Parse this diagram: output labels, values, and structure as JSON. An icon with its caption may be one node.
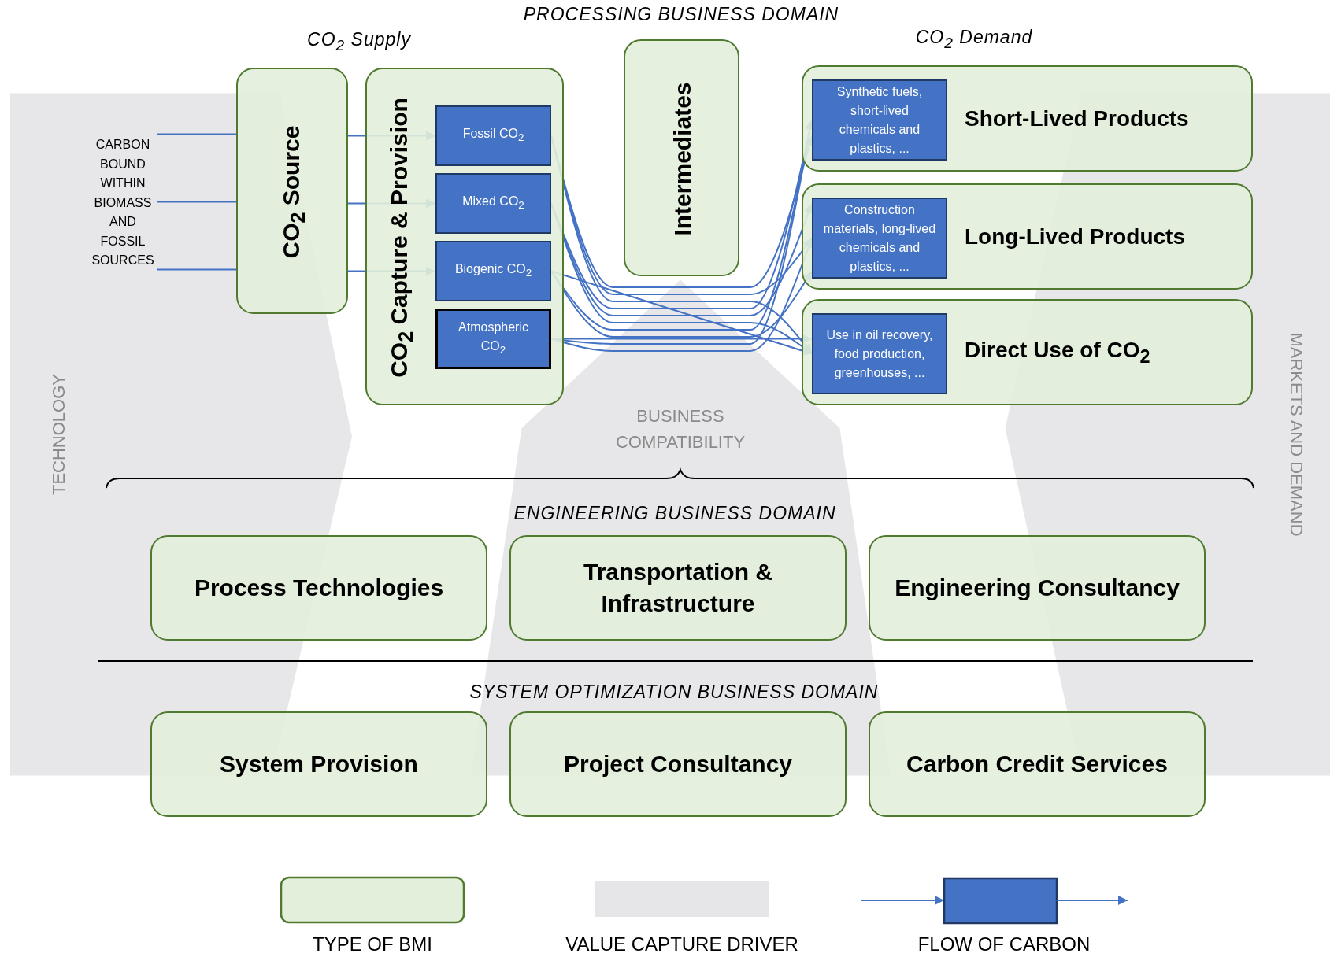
{
  "diagram": {
    "nodes": [
      {
        "text": [
          "CARBON BOUND WITHIN BIOMASS AND FOSSIL SOURCES"
        ]
      },
      {
        "text": [
          "CO$_{2}$ Source"
        ]
      },
      {
        "text": [
          "CO$_{2}$ Capture & Provision"
        ]
      },
      {
        "text": [
          "Fossil CO$_{2}$"
        ],
        "in": 2
      },
      {
        "text": [
          "Mixed CO$_{2}$"
        ],
        "in": 2
      },
      {
        "text": [
          "Biogenic CO$_{2}$"
        ],
        "in": 2
      },
      {
        "text": [
          "Atmospheric CO$_{2}$"
        ],
        "in": 2
      },
      {
        "text": [
          "Intermediates"
        ]
      },
      {
        "text": [
          "Short-Lived Products"
        ]
      },
      {
        "text": [
          "Synthetic fuels, short-lived chemicals and plastics, ..."
        ],
        "in": 8
      },
      {
        "text": [
          "Long-Lived Products"
        ]
      },
      {
        "text": [
          "Construction materials, long-lived chemicals and plastics, ..."
        ],
        "in": 10
      },
      {
        "text": [
          "Direct Use of CO$_{2}$"
        ]
      },
      {
        "text": [
          "Use in oil recovery, food production, greenhouses, ..."
        ],
        "in": 12
      },
      {
        "text": [
          "Process Technologies"
        ]
      },
      {
        "text": [
          "Transportation & Infrastructure"
        ]
      },
      {
        "text": [
          "Engineering Consultancy"
        ]
      },
      {
        "text": [
          "System Provision"
        ]
      },
      {
        "text": [
          "Project Consultancy"
        ]
      },
      {
        "text": [
          "Carbon Credit Services"
        ]
      }
    ],
    "edges": [
      {
        "from": 0,
        "to": 1,
        "arrow": "none"
      },
      {
        "from": 0,
        "to": 1,
        "arrow": "none"
      },
      {
        "from": 0,
        "to": 1,
        "arrow": "none"
      },
      {
        "from": 1,
        "to": 3,
        "arrow": "to"
      },
      {
        "from": 1,
        "to": 4,
        "arrow": "to"
      },
      {
        "from": 1,
        "to": 5,
        "arrow": "to"
      },
      {
        "from": 3,
        "to": 9,
        "arrow": "to"
      },
      {
        "from": 3,
        "to": 11,
        "arrow": "to"
      },
      {
        "from": 3,
        "to": 13,
        "arrow": "to"
      },
      {
        "from": 4,
        "to": 9,
        "arrow": "to"
      },
      {
        "from": 4,
        "to": 11,
        "arrow": "to"
      },
      {
        "from": 4,
        "to": 13,
        "arrow": "to"
      },
      {
        "from": 5,
        "to": 9,
        "arrow": "to"
      },
      {
        "from": 5,
        "to": 11,
        "arrow": "to"
      },
      {
        "from": 5,
        "to": 13,
        "arrow": "to"
      },
      {
        "from": 6,
        "to": 9,
        "arrow": "to"
      },
      {
        "from": 6,
        "to": 11,
        "arrow": "to"
      },
      {
        "from": 6,
        "to": 13,
        "arrow": "to"
      }
    ],
    "labels": [
      "PROCESSING BUSINESS DOMAIN",
      "CO$_{2}$ Supply",
      "CO$_{2}$ Demand",
      "BUSINESS COMPATIBILITY",
      "ENGINEERING BUSINESS DOMAIN",
      "SYSTEM OPTIMIZATION BUSINESS DOMAIN",
      "TECHNOLOGY",
      "MARKETS AND DEMAND"
    ],
    "legend": [
      {
        "text": "TYPE OF BMI"
      },
      {
        "text": "VALUE CAPTURE DRIVER",
        "color": "#e6e5e7"
      },
      {
        "text": "FLOW OF CARBON"
      }
    ]
  }
}
